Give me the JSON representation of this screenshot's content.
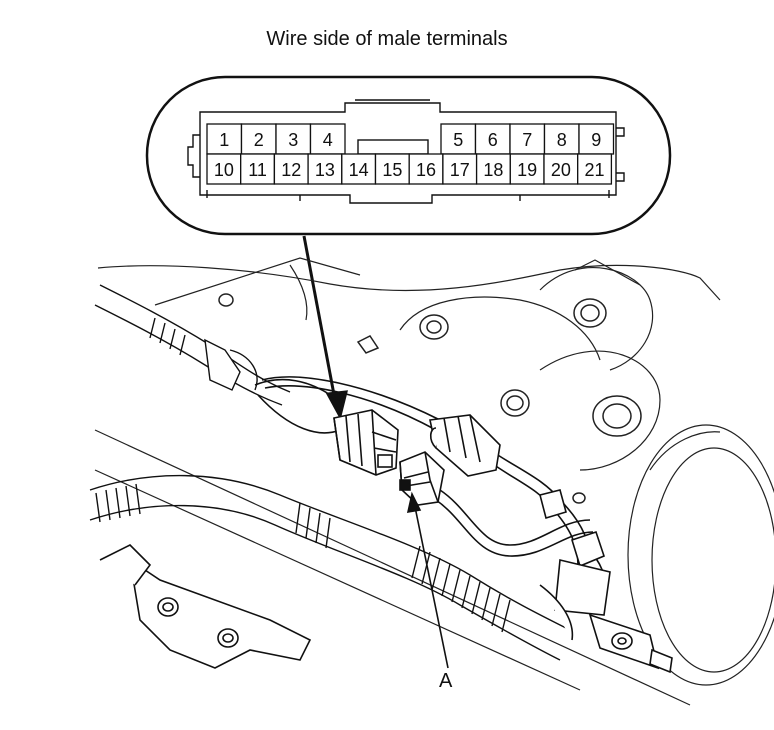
{
  "diagram": {
    "title": "Wire side of male terminals",
    "callout_label": "A",
    "connector": {
      "top_row_left": [
        "1",
        "2",
        "3",
        "4"
      ],
      "top_row_right": [
        "5",
        "6",
        "7",
        "8",
        "9"
      ],
      "bottom_row": [
        "10",
        "11",
        "12",
        "13",
        "14",
        "15",
        "16",
        "17",
        "18",
        "19",
        "20",
        "21"
      ]
    },
    "line_color": "#111111"
  }
}
